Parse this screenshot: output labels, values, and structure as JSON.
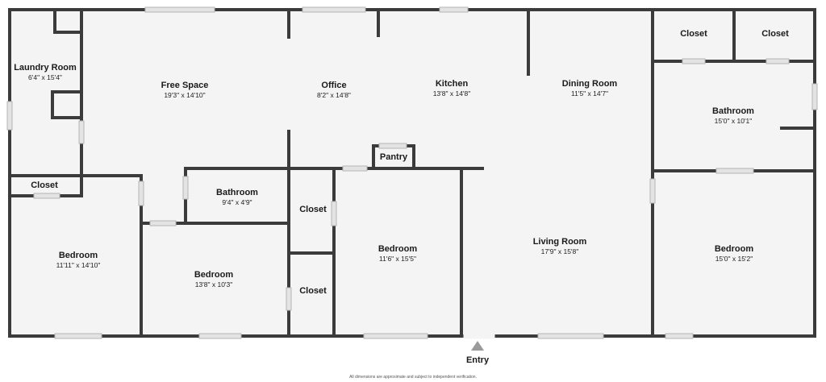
{
  "plan": {
    "rooms": [
      {
        "id": "laundry-room",
        "name": "Laundry Room",
        "dims": "6'4\" x 15'4\""
      },
      {
        "id": "free-space",
        "name": "Free Space",
        "dims": "19'3\" x 14'10\""
      },
      {
        "id": "office",
        "name": "Office",
        "dims": "8'2\" x 14'8\""
      },
      {
        "id": "kitchen",
        "name": "Kitchen",
        "dims": "13'8\" x 14'8\""
      },
      {
        "id": "dining-room",
        "name": "Dining Room",
        "dims": "11'5\" x 14'7\""
      },
      {
        "id": "closet-top-left",
        "name": "Closet",
        "dims": ""
      },
      {
        "id": "closet-top-right",
        "name": "Closet",
        "dims": ""
      },
      {
        "id": "bathroom-right",
        "name": "Bathroom",
        "dims": "15'0\" x 10'1\""
      },
      {
        "id": "closet-left",
        "name": "Closet",
        "dims": ""
      },
      {
        "id": "pantry",
        "name": "Pantry",
        "dims": ""
      },
      {
        "id": "bathroom-center",
        "name": "Bathroom",
        "dims": "9'4\" x 4'9\""
      },
      {
        "id": "closet-center-upper",
        "name": "Closet",
        "dims": ""
      },
      {
        "id": "bedroom-1",
        "name": "Bedroom",
        "dims": "11'11\" x 14'10\""
      },
      {
        "id": "bedroom-2",
        "name": "Bedroom",
        "dims": "13'8\" x 10'3\""
      },
      {
        "id": "closet-center-lower",
        "name": "Closet",
        "dims": ""
      },
      {
        "id": "bedroom-3",
        "name": "Bedroom",
        "dims": "11'6\" x 15'5\""
      },
      {
        "id": "living-room",
        "name": "Living Room",
        "dims": "17'9\" x 15'8\""
      },
      {
        "id": "bedroom-4",
        "name": "Bedroom",
        "dims": "15'0\" x 15'2\""
      }
    ],
    "entry_label": "Entry",
    "disclaimer": "All dimensions are approximate and subject to independent verification.",
    "colors": {
      "wall": "#3b3b3b",
      "floor": "#f4f4f4",
      "window": "#d9d9d9",
      "entry_marker": "#9a9a9a"
    }
  }
}
